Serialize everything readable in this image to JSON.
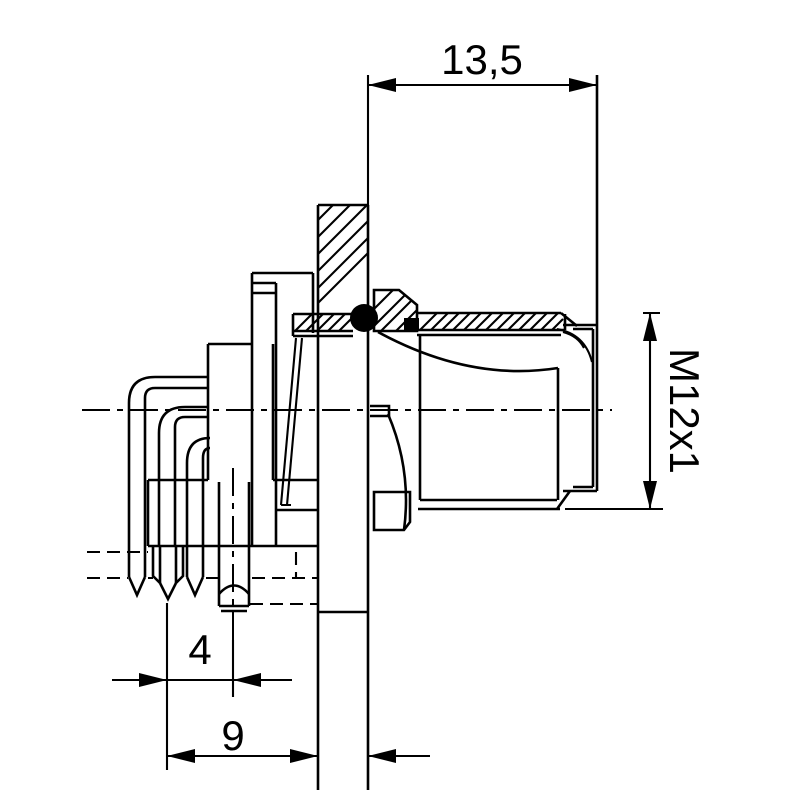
{
  "drawing": {
    "subject": "M12 panel-mount connector, dimensional side section view",
    "background": "#ffffff",
    "line_color": "#000000"
  },
  "dimensions": {
    "flange_to_front": "13,5",
    "thread": "M12x1",
    "pin_pitch": "4",
    "pin_to_panel": "9"
  }
}
